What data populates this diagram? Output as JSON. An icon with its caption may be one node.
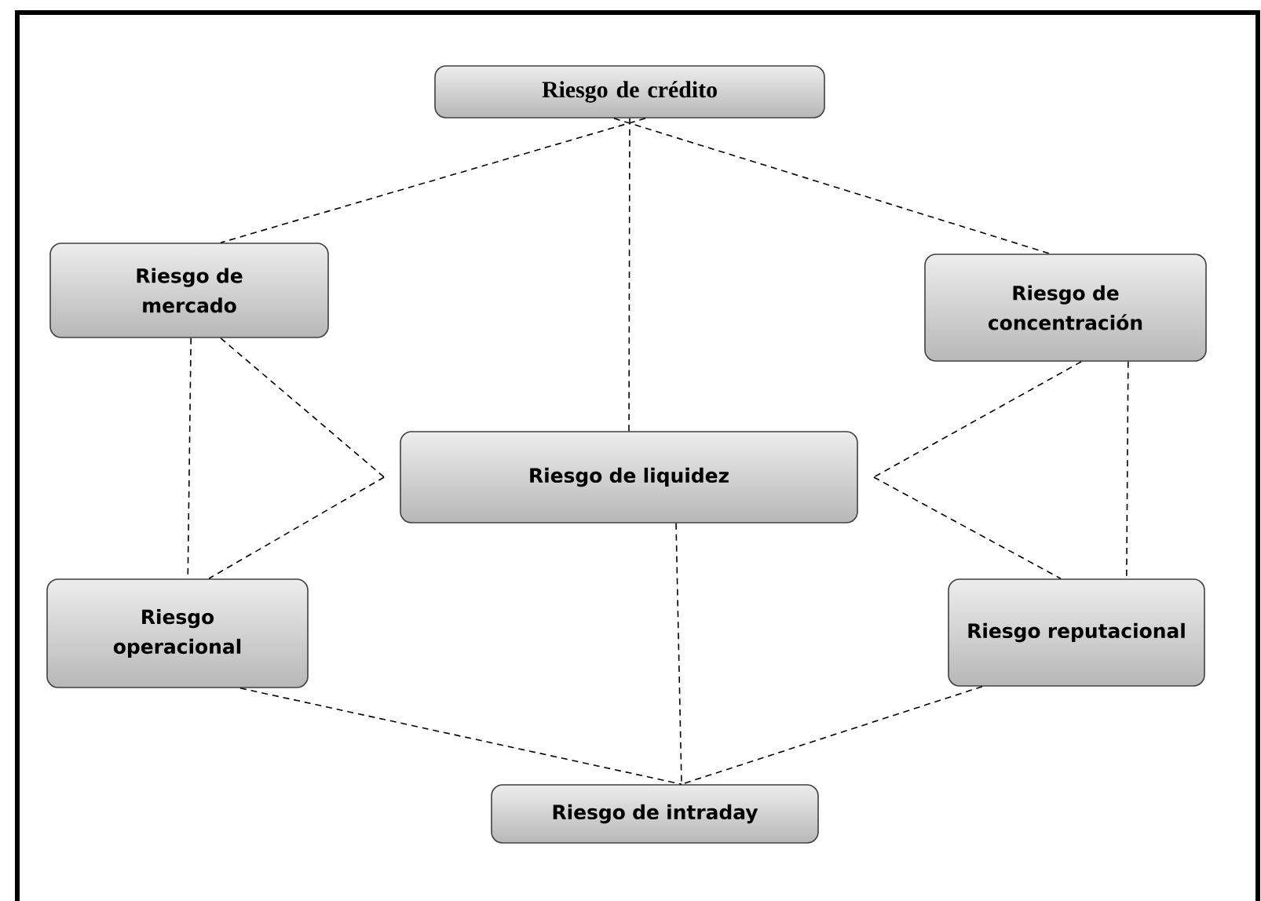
{
  "diagram": {
    "nodes": [
      {
        "text": [
          "Riesgo de crédito"
        ]
      },
      {
        "text": [
          "Riesgo de mercado"
        ]
      },
      {
        "text": [
          "Riesgo de concentración"
        ]
      },
      {
        "text": [
          "Riesgo de liquidez"
        ]
      },
      {
        "text": [
          "Riesgo operacional"
        ]
      },
      {
        "text": [
          "Riesgo reputacional"
        ]
      },
      {
        "text": [
          "Riesgo de intraday"
        ]
      }
    ],
    "edges": [
      {
        "from": 0,
        "to": 1,
        "arrow": "none",
        "style": "dashed"
      },
      {
        "from": 0,
        "to": 3,
        "arrow": "none",
        "style": "dashed"
      },
      {
        "from": 0,
        "to": 2,
        "arrow": "none",
        "style": "dashed"
      },
      {
        "from": 1,
        "to": 4,
        "arrow": "none",
        "style": "dashed"
      },
      {
        "from": 1,
        "to": 3,
        "arrow": "none",
        "style": "dashed"
      },
      {
        "from": 3,
        "to": 4,
        "arrow": "none",
        "style": "dashed"
      },
      {
        "from": 2,
        "to": 3,
        "arrow": "none",
        "style": "dashed"
      },
      {
        "from": 3,
        "to": 5,
        "arrow": "none",
        "style": "dashed"
      },
      {
        "from": 2,
        "to": 5,
        "arrow": "none",
        "style": "dashed"
      },
      {
        "from": 3,
        "to": 6,
        "arrow": "none",
        "style": "dashed"
      },
      {
        "from": 4,
        "to": 6,
        "arrow": "none",
        "style": "dashed"
      },
      {
        "from": 5,
        "to": 6,
        "arrow": "none",
        "style": "dashed"
      }
    ]
  }
}
